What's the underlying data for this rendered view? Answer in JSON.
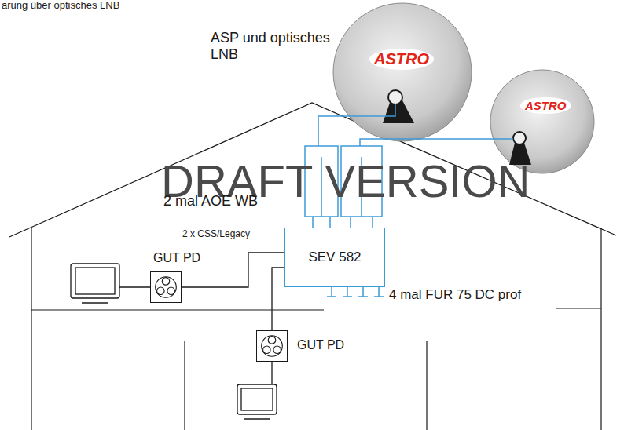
{
  "diagram": {
    "nodes": [
      {
        "text": [
          "SEV 582"
        ]
      },
      {
        "text": [
          "GUT PD"
        ]
      },
      {
        "text": [
          "GUT PD"
        ]
      }
    ],
    "edges": [
      {
        "from": 0,
        "to": 1,
        "arrow": "none"
      },
      {
        "from": 0,
        "to": 2,
        "arrow": "none"
      }
    ],
    "labels": [
      "arung über optisches LNB",
      "ASP und optisches LNB",
      "ASTRO",
      "ASTRO",
      "DRAFT VERSION",
      "2 mal AOE WB",
      "2 x CSS/Legacy",
      "4 mal FUR 75 DC prof"
    ]
  }
}
